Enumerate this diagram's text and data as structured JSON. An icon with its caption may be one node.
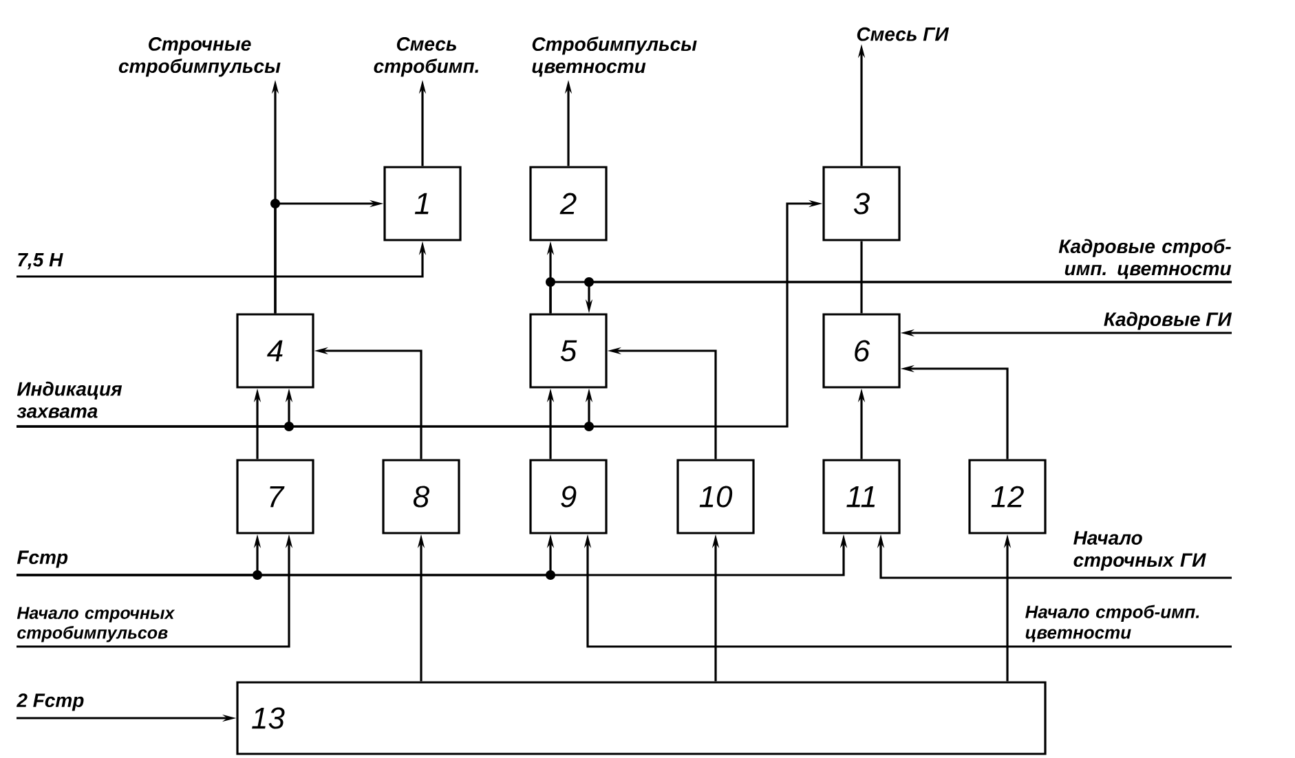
{
  "diagram": {
    "nodes": [
      {
        "text": [
          "1"
        ]
      },
      {
        "text": [
          "2"
        ]
      },
      {
        "text": [
          "3"
        ]
      },
      {
        "text": [
          "4"
        ]
      },
      {
        "text": [
          "5"
        ]
      },
      {
        "text": [
          "6"
        ]
      },
      {
        "text": [
          "7"
        ]
      },
      {
        "text": [
          "8"
        ]
      },
      {
        "text": [
          "9"
        ]
      },
      {
        "text": [
          "10"
        ]
      },
      {
        "text": [
          "11"
        ]
      },
      {
        "text": [
          "12"
        ]
      },
      {
        "text": [
          "13"
        ]
      },
      {
        "text": [
          "Строчные стробимпульсы"
        ]
      },
      {
        "text": [
          "Смесь стробимп."
        ]
      },
      {
        "text": [
          "Стробимпульсы цветности"
        ]
      },
      {
        "text": [
          "Смесь ГИ"
        ]
      },
      {
        "text": [
          "7,5 H"
        ]
      },
      {
        "text": [
          "Кадровые строб-имп. цветности"
        ]
      },
      {
        "text": [
          "Индикация захвата"
        ]
      },
      {
        "text": [
          "Кадровые ГИ"
        ]
      },
      {
        "text": [
          "Fстр"
        ]
      },
      {
        "text": [
          "Начало строчных стробимпульсов"
        ]
      },
      {
        "text": [
          "Начало строчных ГИ"
        ]
      },
      {
        "text": [
          "Начало строб-имп. цветности"
        ]
      },
      {
        "text": [
          "2 Fстр"
        ]
      }
    ],
    "edges": [
      {
        "from": 3,
        "to": 13,
        "arrow": "to"
      },
      {
        "from": 3,
        "to": 0,
        "arrow": "to"
      },
      {
        "from": 0,
        "to": 14,
        "arrow": "to"
      },
      {
        "from": 1,
        "to": 15,
        "arrow": "to"
      },
      {
        "from": 2,
        "to": 16,
        "arrow": "to"
      },
      {
        "from": 17,
        "to": 0,
        "arrow": "to"
      },
      {
        "from": 4,
        "to": 1,
        "arrow": "to"
      },
      {
        "from": 4,
        "to": 18,
        "arrow": "none"
      },
      {
        "from": 18,
        "to": 4,
        "arrow": "to"
      },
      {
        "from": 19,
        "to": 2,
        "arrow": "to"
      },
      {
        "from": 19,
        "to": 3,
        "arrow": "to"
      },
      {
        "from": 19,
        "to": 4,
        "arrow": "to"
      },
      {
        "from": 5,
        "to": 2,
        "arrow": "none"
      },
      {
        "from": 20,
        "to": 5,
        "arrow": "to"
      },
      {
        "from": 11,
        "to": 5,
        "arrow": "to"
      },
      {
        "from": 7,
        "to": 3,
        "arrow": "to"
      },
      {
        "from": 9,
        "to": 4,
        "arrow": "to"
      },
      {
        "from": 6,
        "to": 3,
        "arrow": "to"
      },
      {
        "from": 8,
        "to": 4,
        "arrow": "to"
      },
      {
        "from": 10,
        "to": 5,
        "arrow": "to"
      },
      {
        "from": 21,
        "to": 6,
        "arrow": "to"
      },
      {
        "from": 21,
        "to": 8,
        "arrow": "to"
      },
      {
        "from": 21,
        "to": 10,
        "arrow": "to"
      },
      {
        "from": 22,
        "to": 6,
        "arrow": "to"
      },
      {
        "from": 23,
        "to": 10,
        "arrow": "to"
      },
      {
        "from": 24,
        "to": 8,
        "arrow": "to"
      },
      {
        "from": 12,
        "to": 7,
        "arrow": "to"
      },
      {
        "from": 12,
        "to": 9,
        "arrow": "to"
      },
      {
        "from": 12,
        "to": 11,
        "arrow": "to"
      },
      {
        "from": 25,
        "to": 12,
        "arrow": "to"
      }
    ]
  }
}
